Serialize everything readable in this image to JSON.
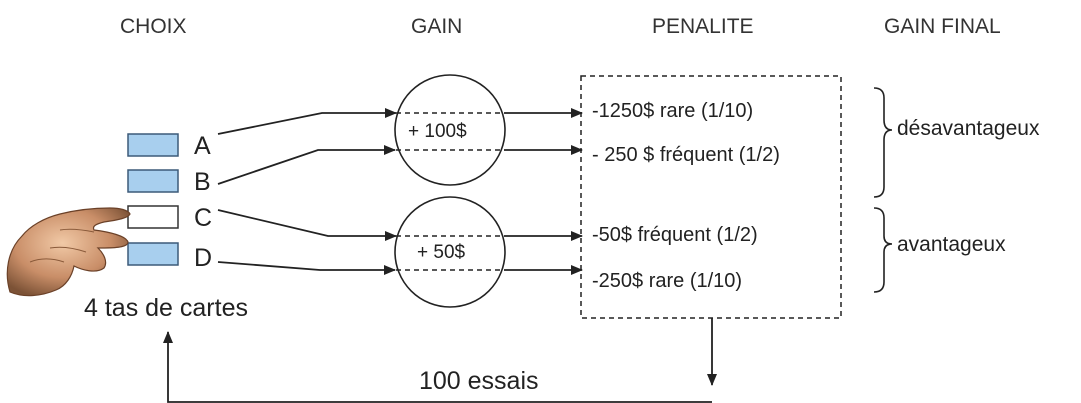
{
  "headers": {
    "choix": "CHOIX",
    "gain": "GAIN",
    "penalite": "PENALITE",
    "gain_final": "GAIN FINAL"
  },
  "decks": [
    {
      "letter": "A",
      "selected": false
    },
    {
      "letter": "B",
      "selected": false
    },
    {
      "letter": "C",
      "selected": true
    },
    {
      "letter": "D",
      "selected": false
    }
  ],
  "deck_color": "#a8cfee",
  "gains": {
    "high": "+ 100$",
    "low": "+ 50$"
  },
  "penalties": {
    "a": "-1250$ rare (1/10)",
    "b": "- 250 $ fréquent (1/2)",
    "c": "-50$ fréquent (1/2)",
    "d": "-250$ rare (1/10)"
  },
  "categories": {
    "disadvantageous": "désavantageux",
    "advantageous": "avantageux"
  },
  "deck_caption": "4 tas de cartes",
  "trials_label": "100 essais"
}
